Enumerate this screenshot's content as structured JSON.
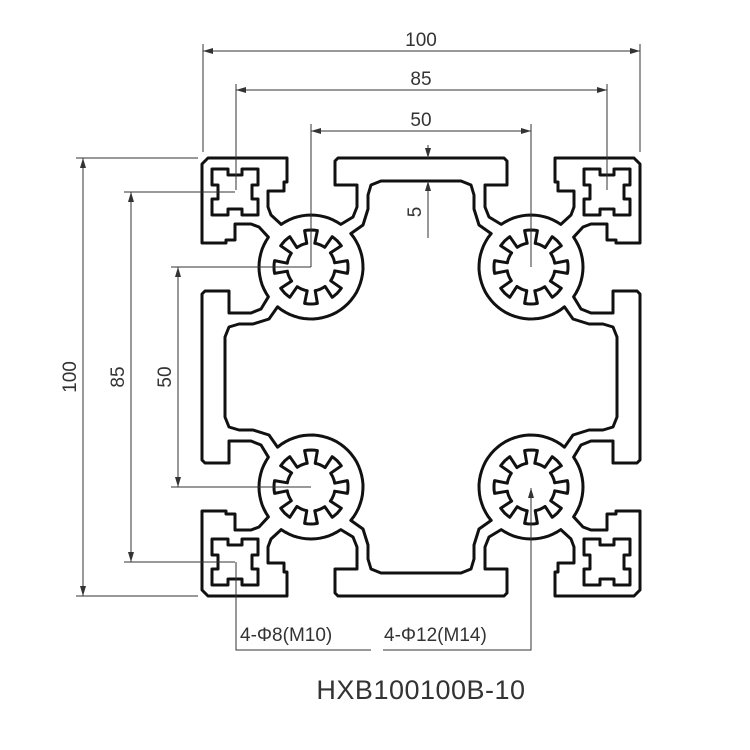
{
  "drawing": {
    "model_label": "HXB100100B-10",
    "dimensions": {
      "width_overall": "100",
      "width_slot_centers": "85",
      "width_bore_centers": "50",
      "height_overall": "100",
      "height_slot_centers": "85",
      "height_bore_centers": "50",
      "wall_thickness": "5"
    },
    "callouts": {
      "small_bores": "4-Φ8(M10)",
      "large_bores": "4-Φ12(M14)"
    }
  }
}
